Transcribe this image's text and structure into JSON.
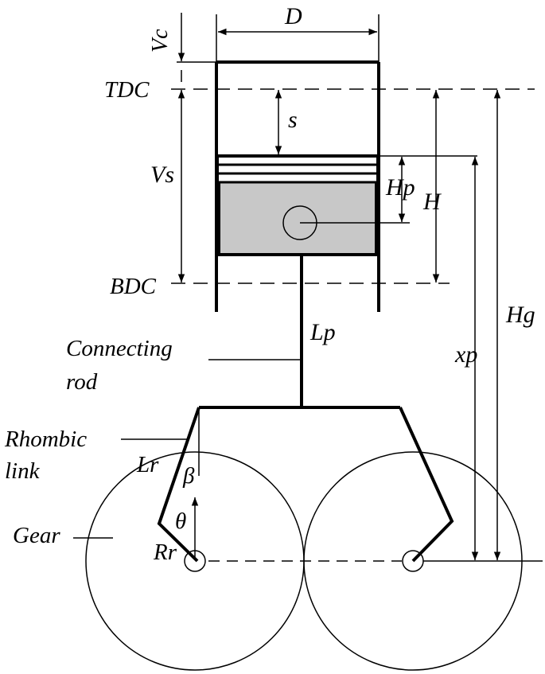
{
  "labels": {
    "diameter": "D",
    "clearance_volume": "Vc",
    "tdc": "TDC",
    "bdc": "BDC",
    "stroke_position": "s",
    "swept_volume": "Vs",
    "piston_pin_height": "Hp",
    "stroke_height": "H",
    "gear_height": "Hg",
    "piston_position": "xp",
    "rod_length": "Lp",
    "connecting_rod_line1": "Connecting",
    "connecting_rod_line2": "rod",
    "rhombic_link_line1": "Rhombic",
    "rhombic_link_line2": "link",
    "link_length": "Lr",
    "beta": "β",
    "theta": "θ",
    "gear": "Gear",
    "crank_radius": "Rr"
  },
  "colors": {
    "line": "#000000",
    "piston_fill": "#c8c8c8",
    "background": "#ffffff"
  }
}
